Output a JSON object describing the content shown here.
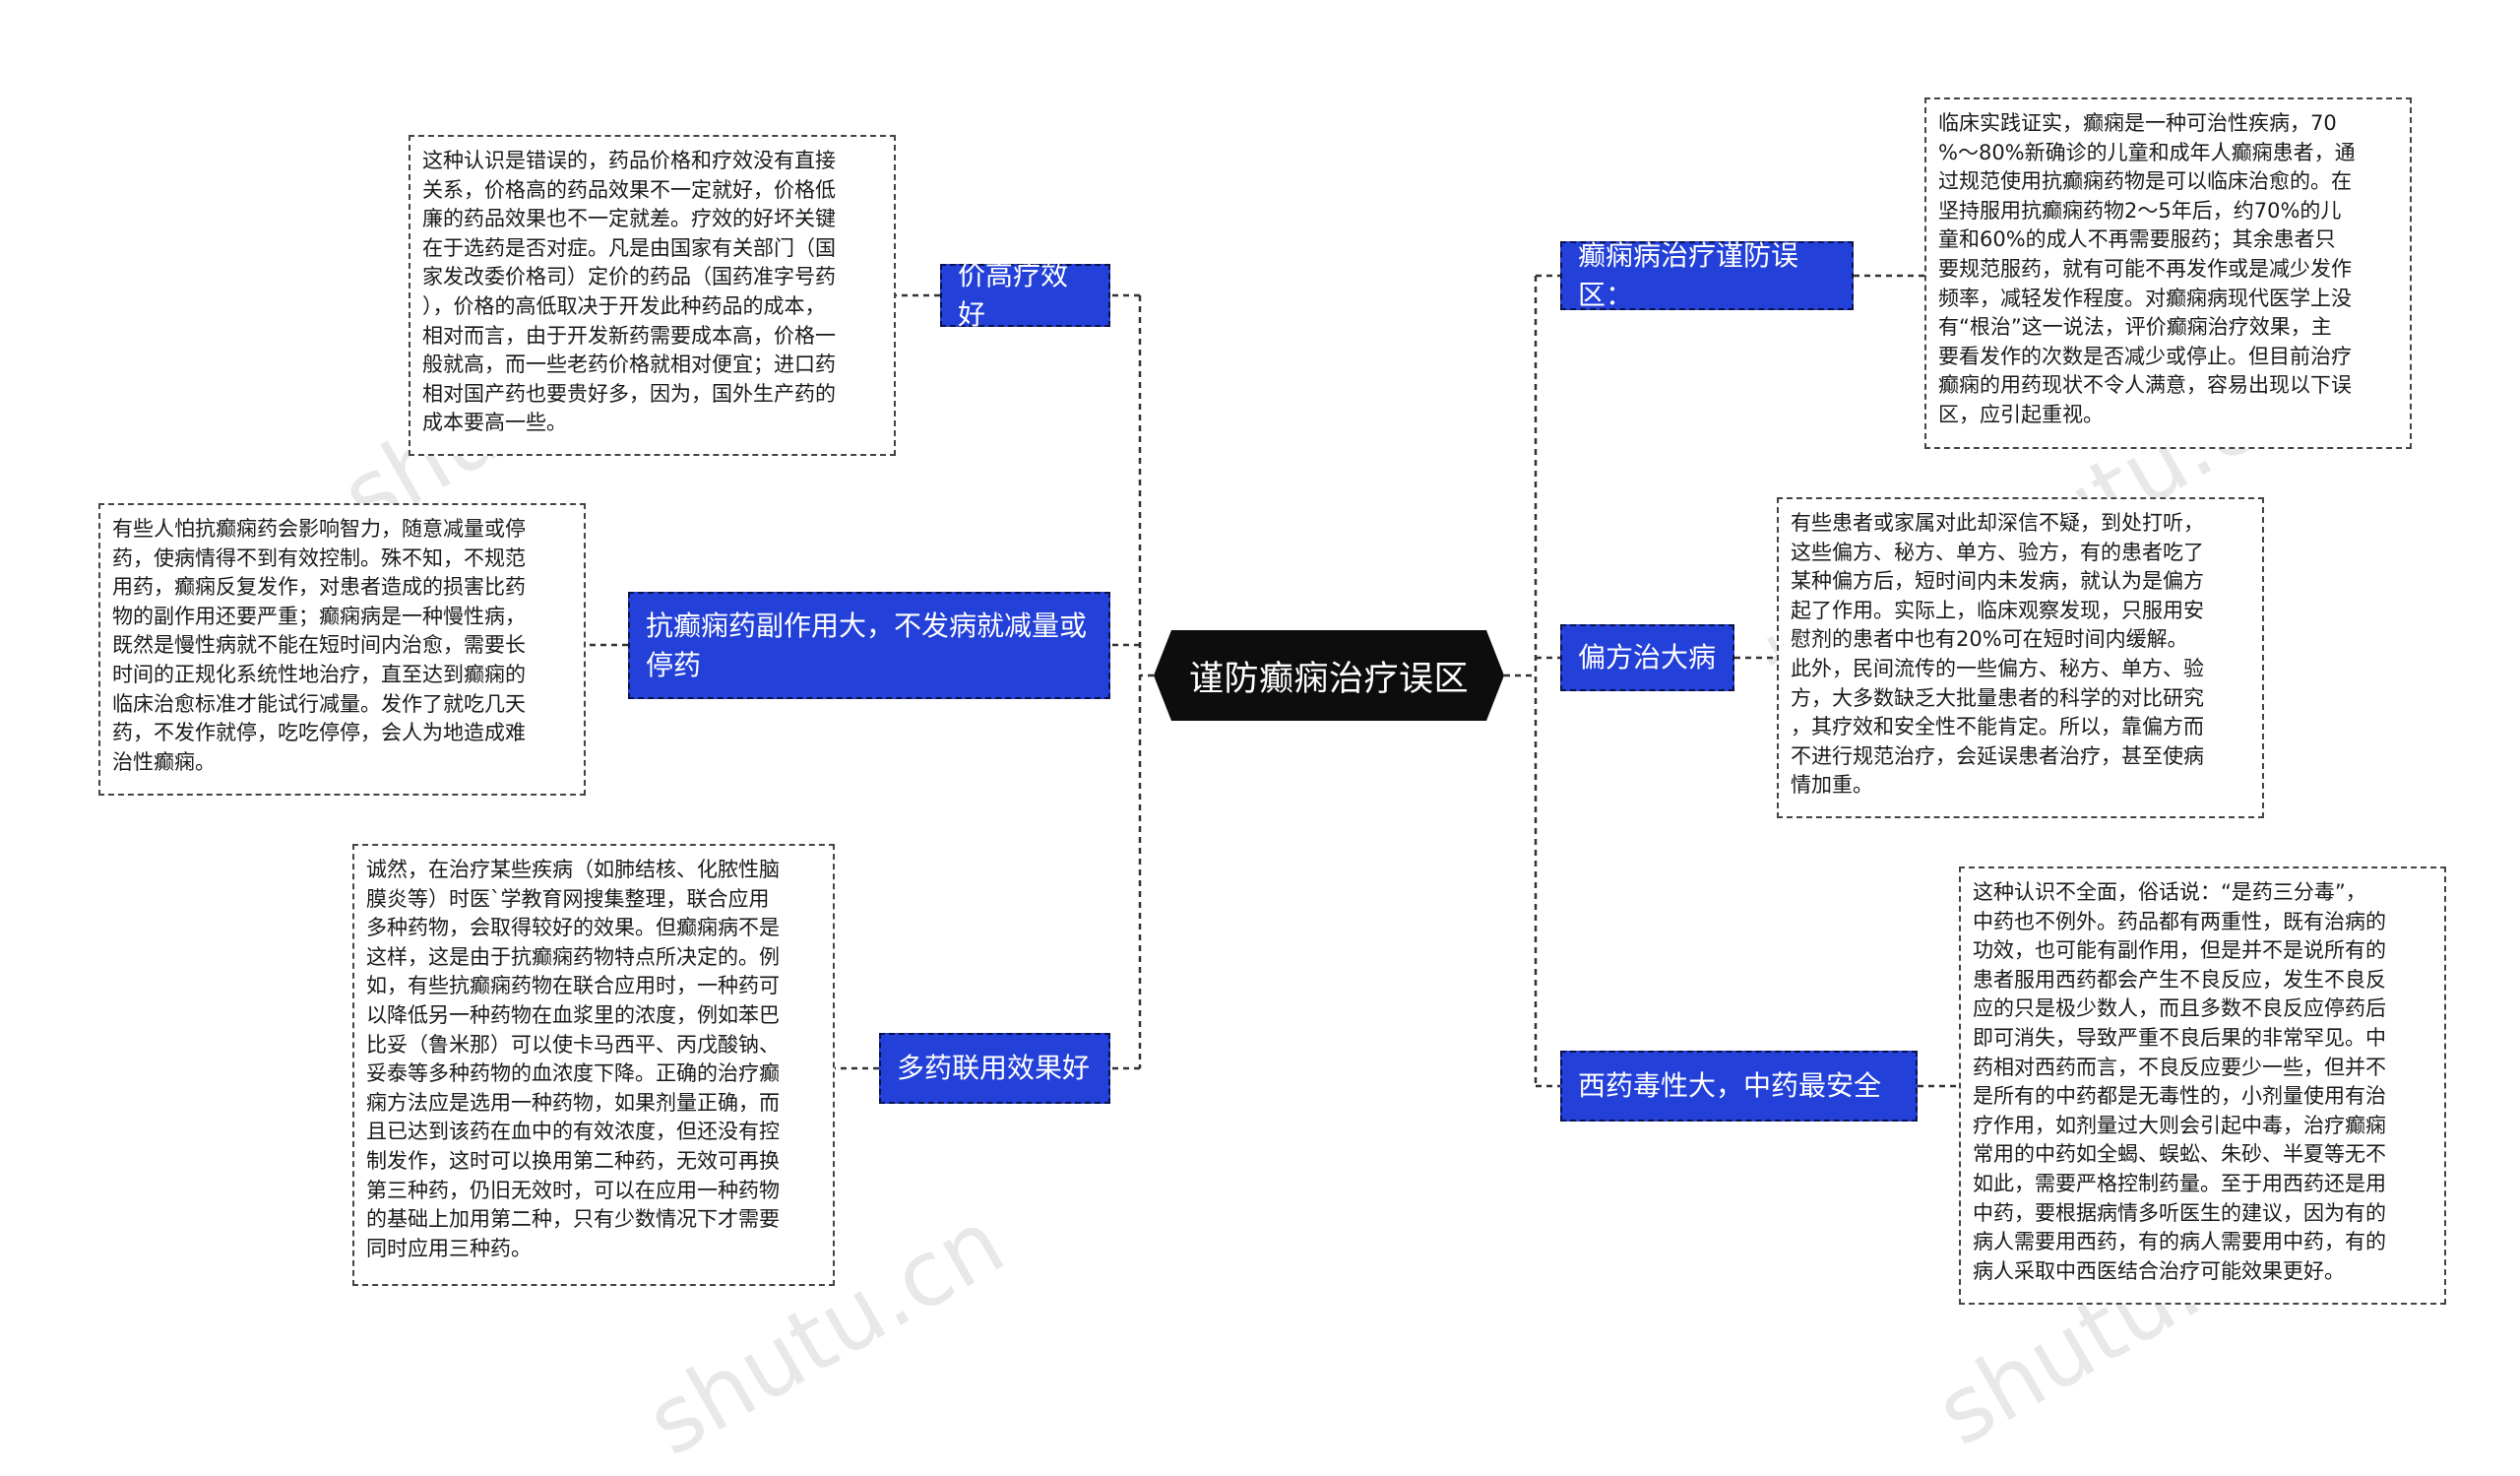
{
  "central_topic": "谨防癫痫治疗误区",
  "branches": {
    "price": {
      "label": "价高疗效好",
      "detail": "这种认识是错误的，药品价格和疗效没有直接\n关系，价格高的药品效果不一定就好，价格低\n廉的药品效果也不一定就差。疗效的好坏关键\n在于选药是否对症。凡是由国家有关部门（国\n家发改委价格司）定价的药品（国药准字号药\n），价格的高低取决于开发此种药品的成本，\n相对而言，由于开发新药需要成本高，价格一\n般就高，而一些老药价格就相对便宜；进口药\n相对国产药也要贵好多，因为，国外生产药的\n成本要高一些。"
    },
    "side_effects": {
      "label": "抗癫痫药副作用大，不发病就减量或停药",
      "detail": "有些人怕抗癫痫药会影响智力，随意减量或停\n药，使病情得不到有效控制。殊不知，不规范\n用药，癫痫反复发作，对患者造成的损害比药\n物的副作用还要严重；癫痫病是一种慢性病，\n既然是慢性病就不能在短时间内治愈，需要长\n时间的正规化系统性地治疗，直至达到癫痫的\n临床治愈标准才能试行减量。发作了就吃几天\n药，不发作就停，吃吃停停，会人为地造成难\n治性癫痫。"
    },
    "combination": {
      "label": "多药联用效果好",
      "detail": "诚然，在治疗某些疾病（如肺结核、化脓性脑\n膜炎等）时医`学教育网搜集整理，联合应用\n多种药物，会取得较好的效果。但癫痫病不是\n这样，这是由于抗癫痫药物特点所决定的。例\n如，有些抗癫痫药物在联合应用时，一种药可\n以降低另一种药物在血浆里的浓度，例如苯巴\n比妥（鲁米那）可以使卡马西平、丙戊酸钠、\n妥泰等多种药物的血浓度下降。正确的治疗癫\n痫方法应是选用一种药物，如果剂量正确，而\n且已达到该药在血中的有效浓度，但还没有控\n制发作，这时可以换用第二种药，无效可再换\n第三种药，仍旧无效时，可以在应用一种药物\n的基础上加用第二种，只有少数情况下才需要\n同时应用三种药。"
    },
    "intro": {
      "label": "癫痫病治疗谨防误区：",
      "detail": "临床实践证实，癫痫是一种可治性疾病，70\n%～80%新确诊的儿童和成年人癫痫患者，通\n过规范使用抗癫痫药物是可以临床治愈的。在\n坚持服用抗癫痫药物2～5年后，约70%的儿\n童和60%的成人不再需要服药；其余患者只\n要规范服药，就有可能不再发作或是减少发作\n频率，减轻发作程度。对癫痫病现代医学上没\n有“根治”这一说法，评价癫痫治疗效果，主\n要看发作的次数是否减少或停止。但目前治疗\n癫痫的用药现状不令人满意，容易出现以下误\n区，应引起重视。"
    },
    "folk_remedy": {
      "label": "偏方治大病",
      "detail": "有些患者或家属对此却深信不疑，到处打听，\n这些偏方、秘方、单方、验方，有的患者吃了\n某种偏方后，短时间内未发病，就认为是偏方\n起了作用。实际上，临床观察发现，只服用安\n慰剂的患者中也有20%可在短时间内缓解。\n此外，民间流传的一些偏方、秘方、单方、验\n方，大多数缺乏大批量患者的科学的对比研究\n，其疗效和安全性不能肯定。所以，靠偏方而\n不进行规范治疗，会延误患者治疗，甚至使病\n情加重。"
    },
    "western_vs_chinese": {
      "label": "西药毒性大，中药最安全",
      "detail": "这种认识不全面，俗话说：“是药三分毒”，\n中药也不例外。药品都有两重性，既有治病的\n功效，也可能有副作用，但是并不是说所有的\n患者服用西药都会产生不良反应，发生不良反\n应的只是极少数人，而且多数不良反应停药后\n即可消失，导致严重不良后果的非常罕见。中\n药相对西药而言，不良反应要少一些，但并不\n是所有的中药都是无毒性的，小剂量使用有治\n疗作用，如剂量过大则会引起中毒，治疗癫痫\n常用的中药如全蝎、蜈蚣、朱砂、半夏等无不\n如此，需要严格控制药量。至于用西药还是用\n中药，要根据病情多听医生的建议，因为有的\n病人需要用西药，有的病人需要用中药，有的\n病人采取中西医结合治疗可能效果更好。"
    }
  },
  "colors": {
    "central_bg": "#0d0d0d",
    "branch_bg": "#2340d8",
    "branch_text": "#ffffff",
    "connector": "#333333"
  }
}
